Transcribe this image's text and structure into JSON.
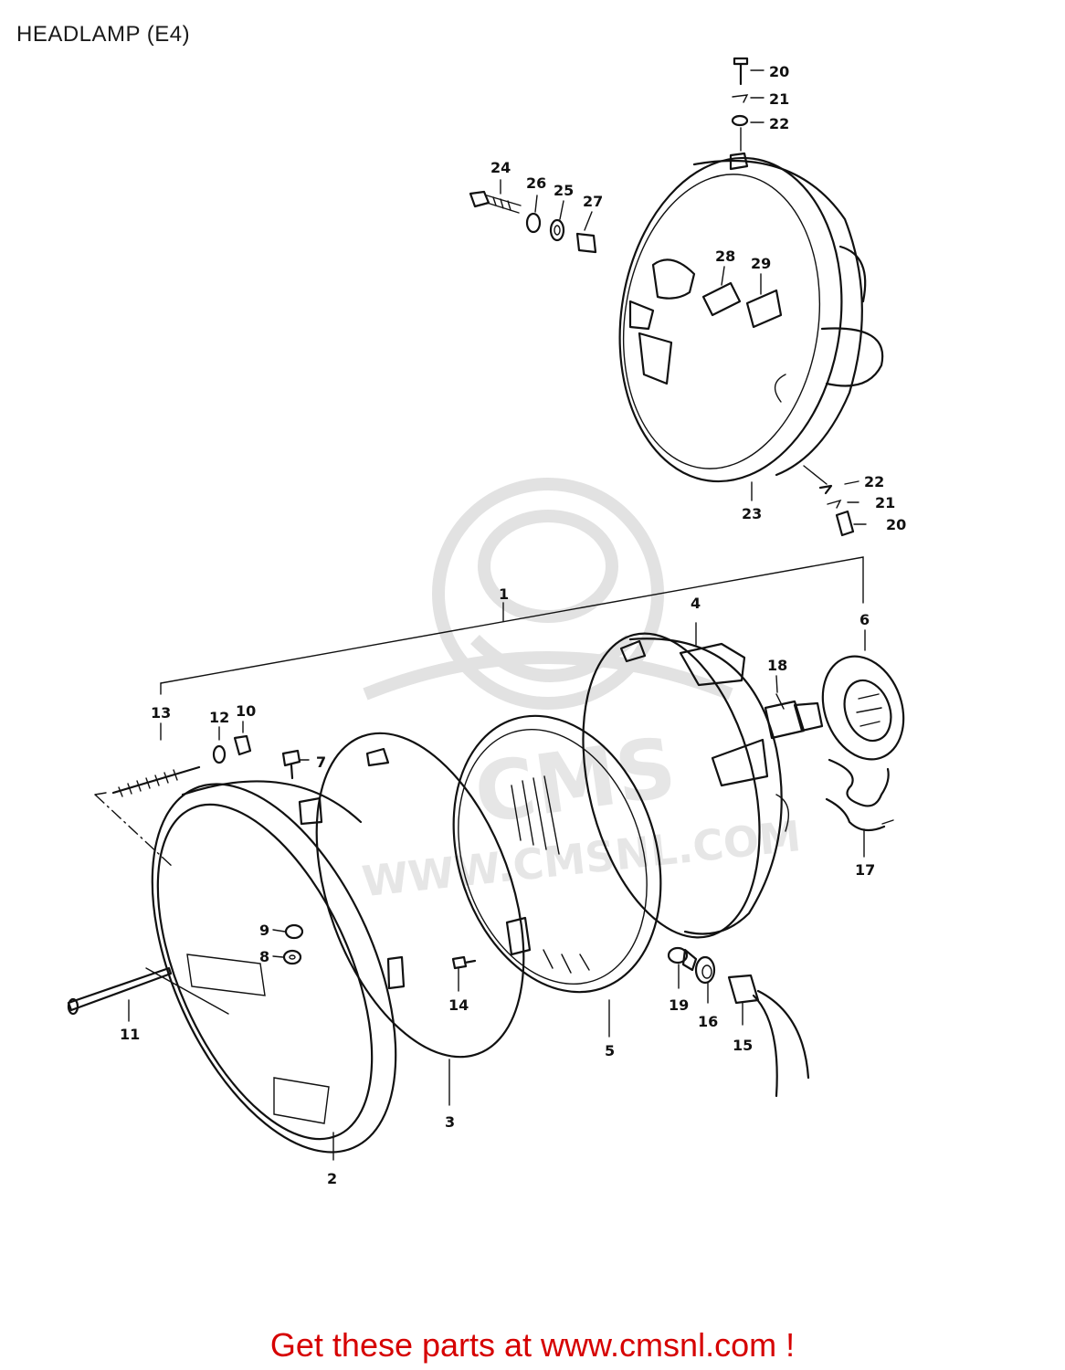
{
  "title": "HEADLAMP (E4)",
  "footer": {
    "link_text": "Get these parts at www.cmsnl.com !"
  },
  "watermark": {
    "logo_text": "CMS",
    "url_text": "WWW.CMSNL.COM"
  },
  "colors": {
    "link": "#d60000",
    "ink": "#111111",
    "watermark": "#e2e2e2"
  },
  "part_labels": {
    "p1": "1",
    "p2": "2",
    "p3": "3",
    "p4": "4",
    "p5": "5",
    "p6": "6",
    "p7": "7",
    "p8": "8",
    "p9": "9",
    "p10": "10",
    "p11": "11",
    "p12": "12",
    "p13": "13",
    "p14": "14",
    "p15": "15",
    "p16": "16",
    "p17": "17",
    "p18": "18",
    "p19": "19",
    "p20a": "20",
    "p20b": "20",
    "p21a": "21",
    "p21b": "21",
    "p22a": "22",
    "p22b": "22",
    "p23": "23",
    "p24": "24",
    "p25": "25",
    "p26": "26",
    "p27": "27",
    "p28": "28",
    "p29": "29"
  }
}
